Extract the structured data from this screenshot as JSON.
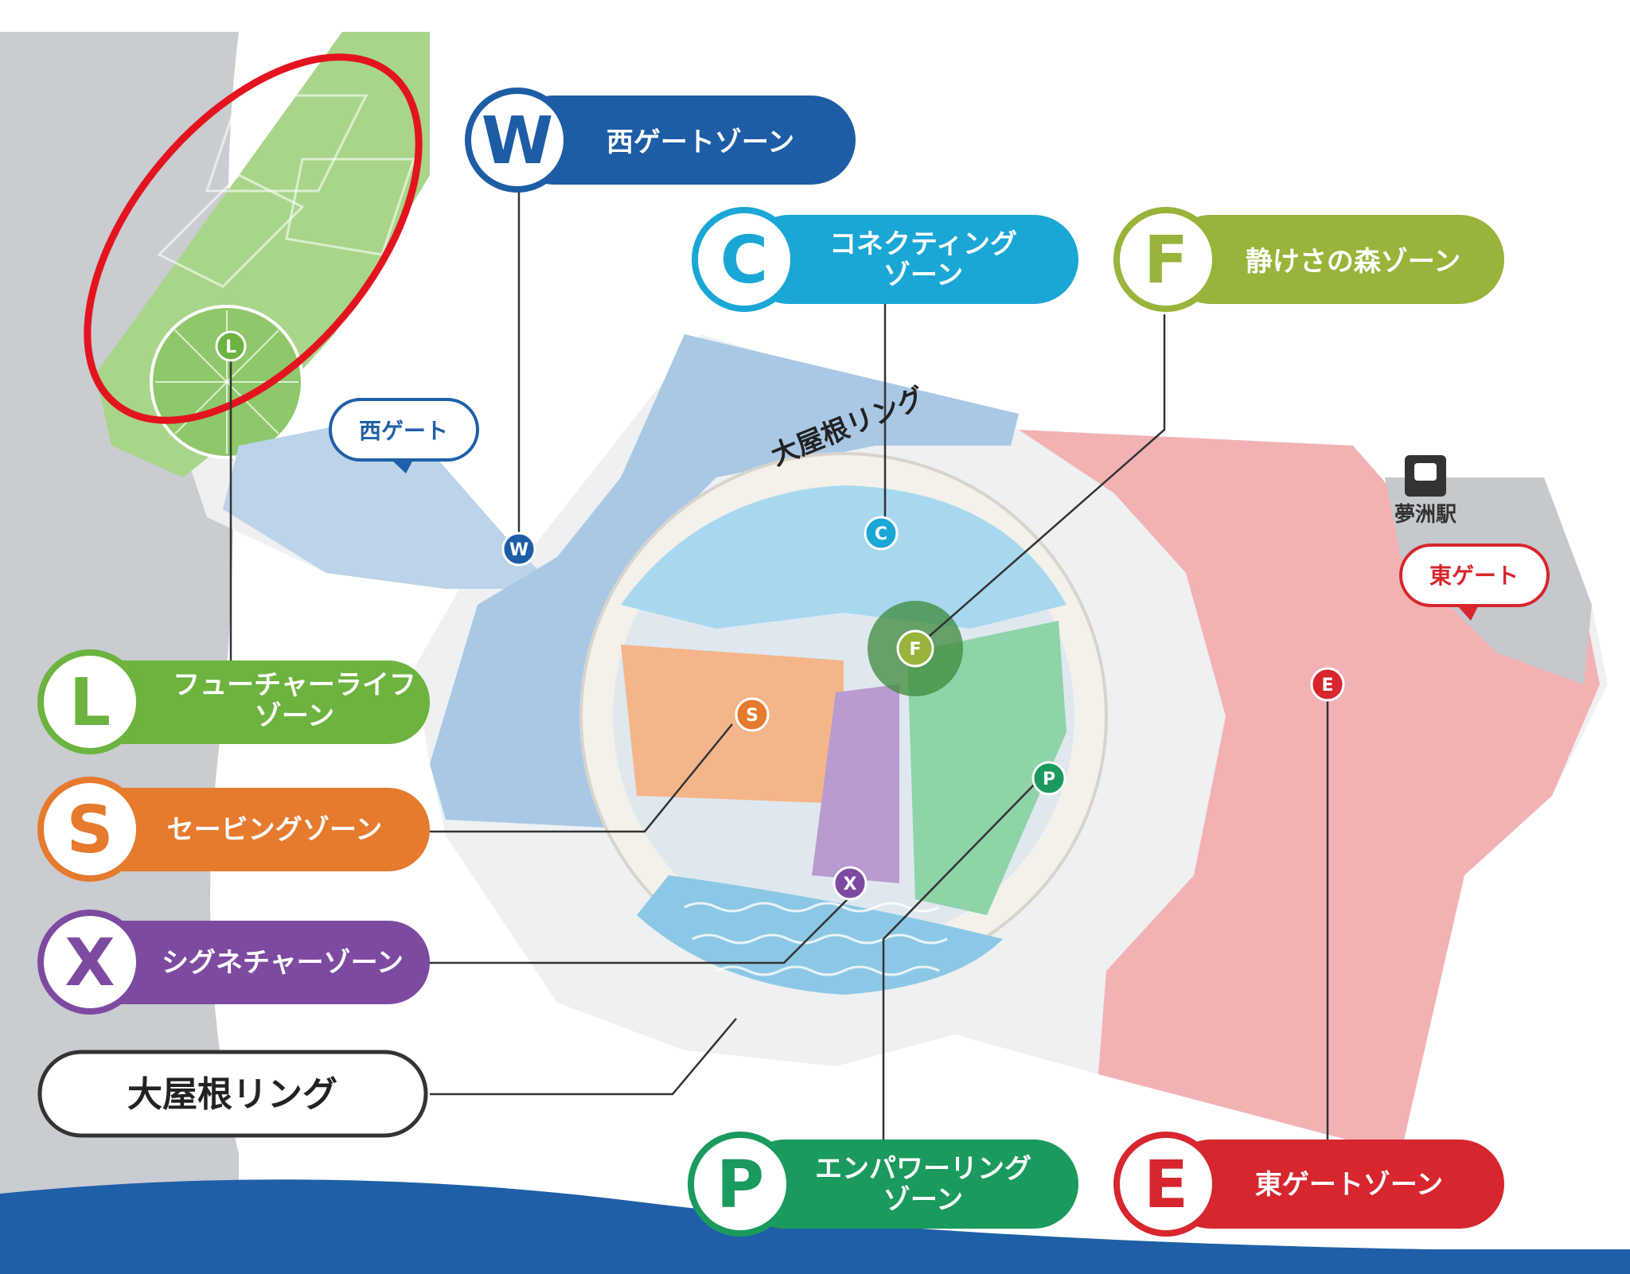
{
  "map_labels": {
    "ring_label": "大屋根リング",
    "west_gate": "西ゲート",
    "east_gate": "東ゲート",
    "station": "夢洲駅"
  },
  "zones": [
    {
      "id": "W",
      "name_lines": [
        "西ゲートゾーン"
      ],
      "color": "#1c5da6"
    },
    {
      "id": "C",
      "name_lines": [
        "コネクティング",
        "ゾーン"
      ],
      "color": "#1aa7d6"
    },
    {
      "id": "F",
      "name_lines": [
        "静けさの森ゾーン"
      ],
      "color": "#98b43a"
    },
    {
      "id": "L",
      "name_lines": [
        "フューチャーライフ",
        "ゾーン"
      ],
      "color": "#6cb33f"
    },
    {
      "id": "S",
      "name_lines": [
        "セービングゾーン"
      ],
      "color": "#e67a2d"
    },
    {
      "id": "X",
      "name_lines": [
        "シグネチャーゾーン"
      ],
      "color": "#7e4aa1"
    },
    {
      "id": "P",
      "name_lines": [
        "エンパワーリング",
        "ゾーン"
      ],
      "color": "#1a9a5c"
    },
    {
      "id": "E",
      "name_lines": [
        "東ゲートゾーン"
      ],
      "color": "#d7262d"
    }
  ],
  "ring_legend": "大屋根リング",
  "colors": {
    "sea": "#c9ccd0",
    "land": "#eef0f2",
    "wave": "#8cc8e6",
    "highlight_ellipse": "#e3141f",
    "ring": "#f4f1ea",
    "connector": "#333333",
    "bottom_band": "#1f5fa8"
  }
}
